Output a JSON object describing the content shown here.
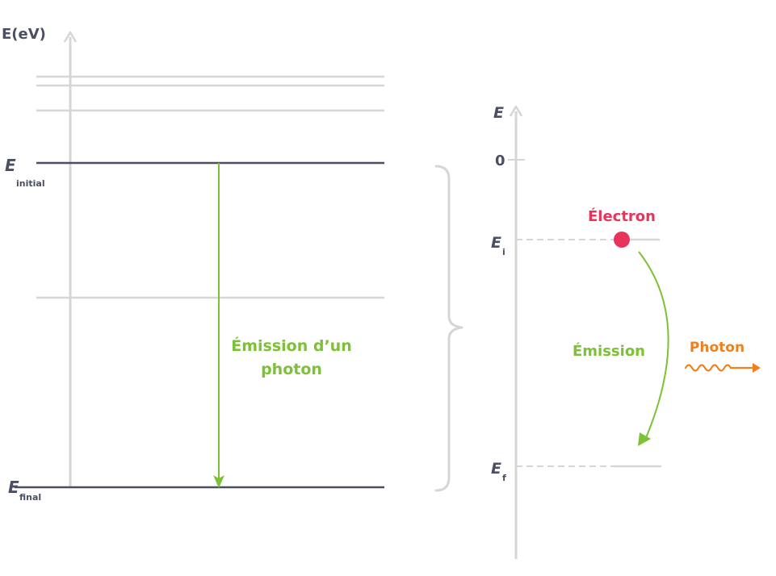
{
  "colors": {
    "axis": "#d6d6d6",
    "level_dark": "#4a4f63",
    "level_light": "#d6d6d6",
    "emission": "#7cc136",
    "electron": "#e8345a",
    "photon": "#f08019",
    "label": "#4a4f63"
  },
  "left": {
    "axis_label": "E(eV)",
    "initial_symbol": "E",
    "initial_sub": "initial",
    "final_symbol": "E",
    "final_sub": "final",
    "emission_line1": "Émission d’un",
    "emission_line2": "photon"
  },
  "right": {
    "axis_label": "E",
    "zero_label": "0",
    "ei_symbol": "E",
    "ei_sub": "i",
    "ef_symbol": "E",
    "ef_sub": "f",
    "electron_label": "Électron",
    "emission_label": "Émission",
    "photon_label": "Photon"
  }
}
